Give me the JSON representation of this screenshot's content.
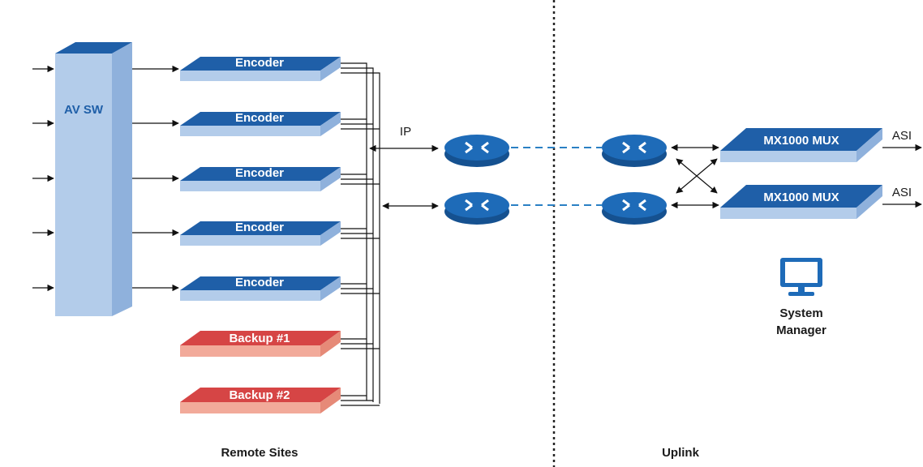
{
  "colors": {
    "blue_top": "#1f5fa8",
    "blue_side": "#b3ccea",
    "red_top": "#d64545",
    "red_side": "#f2aa9a",
    "router": "#1e6bb8",
    "monitor": "#1e6bb8",
    "link_dash": "#2a80c4",
    "divider": "#222222"
  },
  "av_switch": {
    "label": "AV SW"
  },
  "encoders": [
    "Encoder",
    "Encoder",
    "Encoder",
    "Encoder",
    "Encoder"
  ],
  "backups": [
    "Backup #1",
    "Backup #2"
  ],
  "ip_label": "IP",
  "muxes": [
    {
      "label": "MX1000 MUX",
      "output": "ASI"
    },
    {
      "label": "MX1000 MUX",
      "output": "ASI"
    }
  ],
  "system_manager": {
    "line1": "System",
    "line2": "Manager",
    "icon": "monitor-icon"
  },
  "routers": {
    "icon": "router-icon"
  },
  "sections": {
    "left": "Remote Sites",
    "right": "Uplink"
  }
}
